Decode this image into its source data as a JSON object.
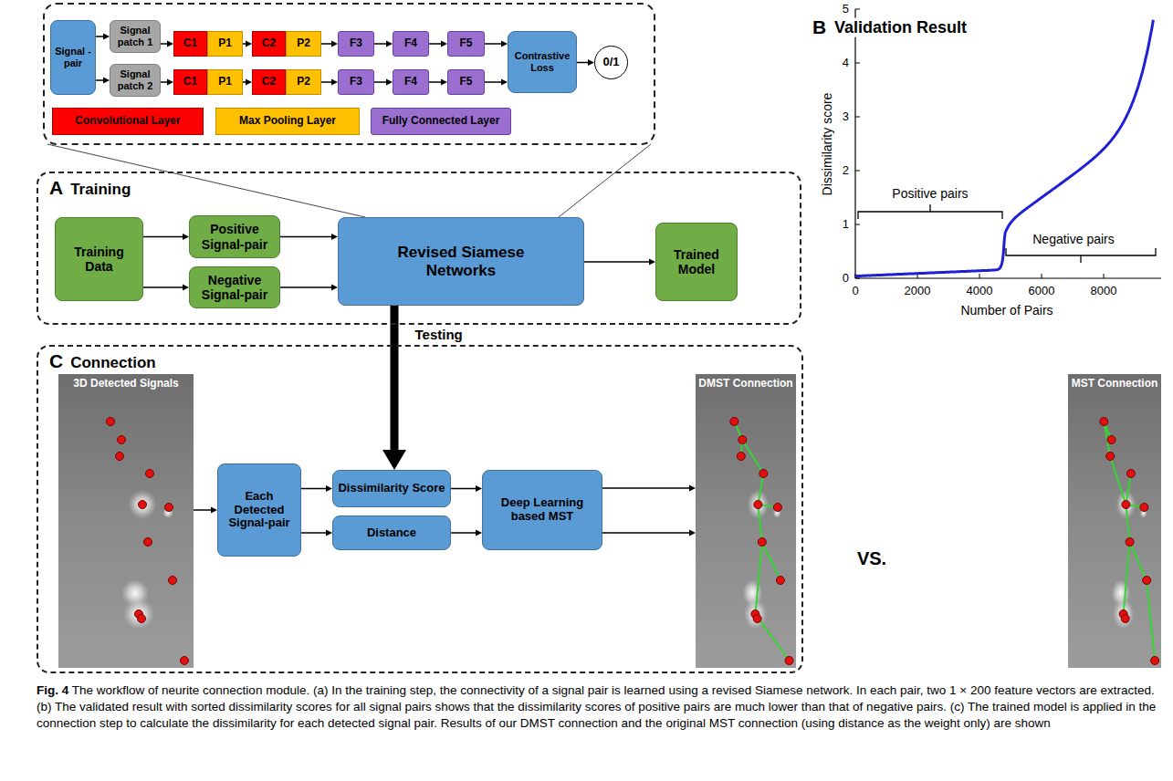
{
  "diagram": {
    "caption": "Fig. 4 The workflow of neurite connection module. (a) In the training step, the connectivity of a signal pair is learned using a revised Siamese network. In each pair, two 1 × 200 feature vectors are extracted. (b) The validated result with sorted dissimilarity scores for all signal pairs shows that the dissimilarity scores of positive pairs are much lower than that of negative pairs. (c) The trained model is applied in the connection step to calculate the dissimilarity for each detected signal pair. Results of our DMST connection and the original MST connection (using distance as the weight only) are shown",
    "nodes": [
      {
        "text": [
          "Signal -pair"
        ]
      },
      {
        "text": [
          "Signal patch 1"
        ]
      },
      {
        "text": [
          "Signal patch 2"
        ]
      },
      {
        "text": [
          "C1"
        ]
      },
      {
        "text": [
          "P1"
        ]
      },
      {
        "text": [
          "C2"
        ]
      },
      {
        "text": [
          "P2"
        ]
      },
      {
        "text": [
          "F3"
        ]
      },
      {
        "text": [
          "F4"
        ]
      },
      {
        "text": [
          "F5"
        ]
      },
      {
        "text": [
          "C1"
        ]
      },
      {
        "text": [
          "P1"
        ]
      },
      {
        "text": [
          "C2"
        ]
      },
      {
        "text": [
          "P2"
        ]
      },
      {
        "text": [
          "F3"
        ]
      },
      {
        "text": [
          "F4"
        ]
      },
      {
        "text": [
          "F5"
        ]
      },
      {
        "text": [
          "Contrastive Loss"
        ]
      },
      {
        "text": [
          "0/1"
        ]
      },
      {
        "text": [
          "Convolutional Layer"
        ]
      },
      {
        "text": [
          "Max Pooling Layer"
        ]
      },
      {
        "text": [
          "Fully Connected Layer"
        ]
      },
      {
        "text": [
          "A",
          "Training"
        ]
      },
      {
        "text": [
          "Training Data"
        ],
        "in": 22
      },
      {
        "text": [
          "Positive Signal-pair"
        ],
        "in": 22
      },
      {
        "text": [
          "Negative Signal-pair"
        ],
        "in": 22
      },
      {
        "text": [
          "Revised Siamese Networks"
        ],
        "in": 22
      },
      {
        "text": [
          "Trained Model"
        ],
        "in": 22
      },
      {
        "text": [
          "C",
          "Connection"
        ]
      },
      {
        "text": [
          "3D Detected Signals"
        ],
        "in": 28
      },
      {
        "text": [
          "Each Detected Signal-pair"
        ],
        "in": 28
      },
      {
        "text": [
          "Dissimilarity Score"
        ],
        "in": 28
      },
      {
        "text": [
          "Distance"
        ],
        "in": 28
      },
      {
        "text": [
          "Deep Learning based MST"
        ],
        "in": 28
      },
      {
        "text": [
          "DMST Connection"
        ],
        "in": 28
      },
      {
        "text": [
          "MST Connection"
        ]
      }
    ],
    "edges": [
      {
        "from": 0,
        "to": 1,
        "arrow": "to"
      },
      {
        "from": 0,
        "to": 2,
        "arrow": "to"
      },
      {
        "from": 1,
        "to": 3,
        "arrow": "to"
      },
      {
        "from": 4,
        "to": 5,
        "arrow": "to"
      },
      {
        "from": 6,
        "to": 7,
        "arrow": "to"
      },
      {
        "from": 7,
        "to": 8,
        "arrow": "to"
      },
      {
        "from": 8,
        "to": 9,
        "arrow": "to"
      },
      {
        "from": 9,
        "to": 17,
        "arrow": "to"
      },
      {
        "from": 2,
        "to": 10,
        "arrow": "to"
      },
      {
        "from": 11,
        "to": 12,
        "arrow": "to"
      },
      {
        "from": 13,
        "to": 14,
        "arrow": "to"
      },
      {
        "from": 14,
        "to": 15,
        "arrow": "to"
      },
      {
        "from": 15,
        "to": 16,
        "arrow": "to"
      },
      {
        "from": 16,
        "to": 17,
        "arrow": "to"
      },
      {
        "from": 17,
        "to": 18,
        "arrow": "to"
      },
      {
        "from": 23,
        "to": 24,
        "arrow": "to"
      },
      {
        "from": 23,
        "to": 25,
        "arrow": "to"
      },
      {
        "from": 24,
        "to": 26,
        "arrow": "to"
      },
      {
        "from": 25,
        "to": 26,
        "arrow": "to"
      },
      {
        "from": 26,
        "to": 27,
        "arrow": "to"
      },
      {
        "from": 26,
        "to": 31,
        "label": "Testing",
        "arrow": "to"
      },
      {
        "from": 29,
        "to": 30,
        "arrow": "to"
      },
      {
        "from": 30,
        "to": 31,
        "arrow": "to"
      },
      {
        "from": 30,
        "to": 32,
        "arrow": "to"
      },
      {
        "from": 31,
        "to": 33,
        "arrow": "to"
      },
      {
        "from": 32,
        "to": 33,
        "arrow": "to"
      },
      {
        "from": 33,
        "to": 34,
        "arrow": "to"
      },
      {
        "from": 33,
        "to": 34,
        "arrow": "to"
      }
    ],
    "labels": [
      "B",
      "Validation Result",
      "Dissimilarity score",
      "Number of Pairs",
      "0",
      "1",
      "2",
      "3",
      "4",
      "5",
      "0",
      "2000",
      "4000",
      "6000",
      "8000",
      "Positive pairs",
      "Negative pairs",
      "VS."
    ]
  }
}
